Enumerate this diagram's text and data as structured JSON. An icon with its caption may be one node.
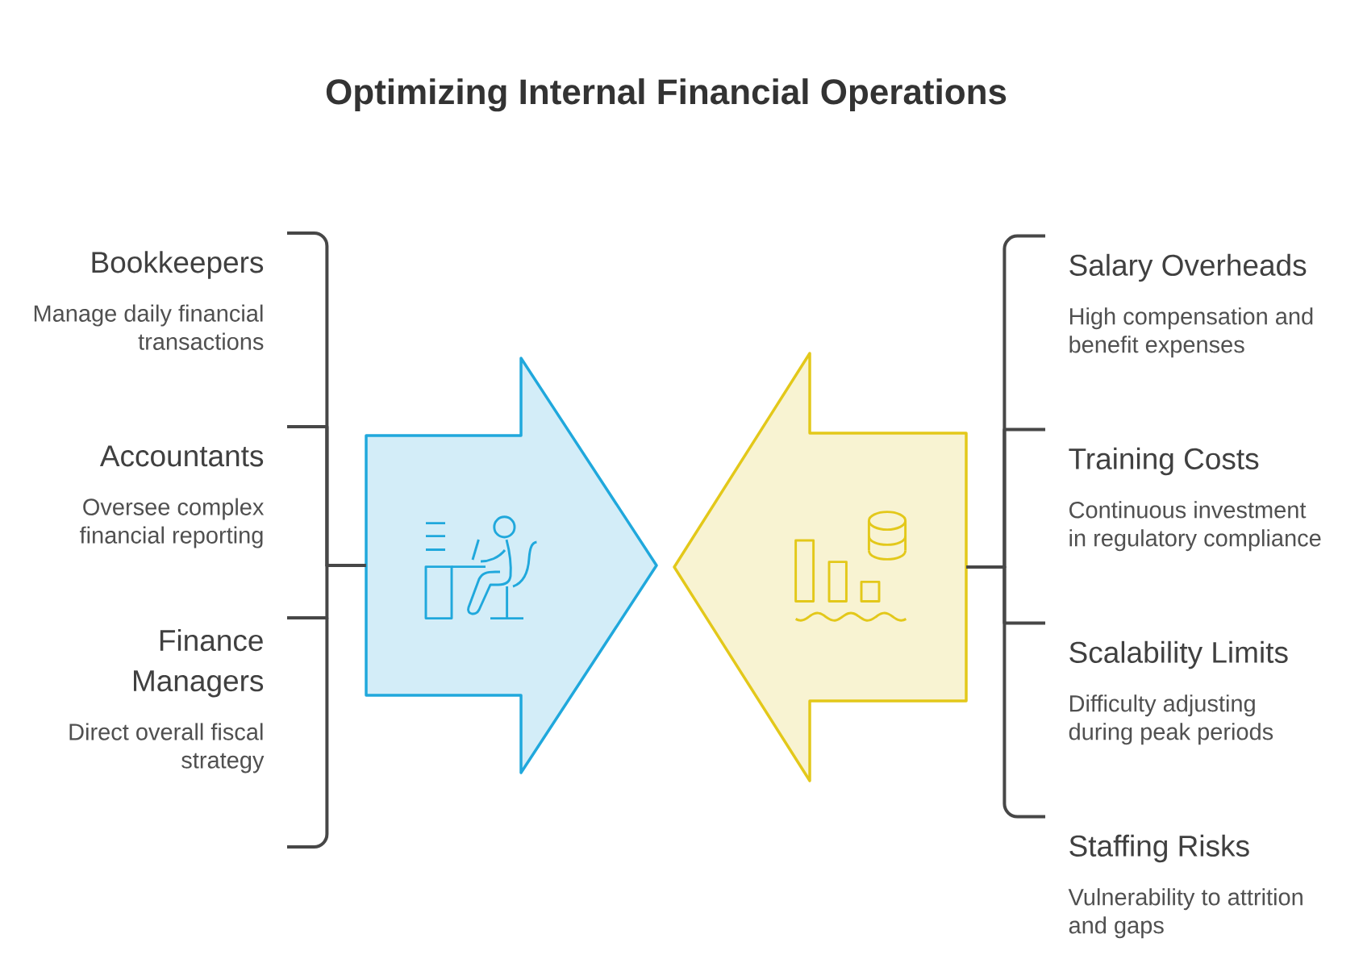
{
  "diagram": {
    "title": "Optimizing Internal Financial Operations",
    "nodes": [
      {
        "text": [
          "Bookkeepers",
          "Manage daily financial transactions"
        ]
      },
      {
        "text": [
          "Accountants",
          "Oversee complex financial reporting"
        ]
      },
      {
        "text": [
          "Finance Managers",
          "Direct overall fiscal strategy"
        ]
      },
      {
        "text": [],
        "shape": "arrow"
      },
      {
        "text": [],
        "shape": "arrow"
      },
      {
        "text": [
          "Salary Overheads",
          "High compensation and benefit expenses"
        ]
      },
      {
        "text": [
          "Training Costs",
          "Continuous investment in regulatory compliance"
        ]
      },
      {
        "text": [
          "Scalability Limits",
          "Difficulty adjusting during peak periods"
        ]
      },
      {
        "text": [
          "Staffing Risks",
          "Vulnerability to attrition and gaps"
        ]
      }
    ],
    "edges": [
      {
        "from": 0,
        "to": 3,
        "arrow": "none"
      },
      {
        "from": 1,
        "to": 3,
        "arrow": "none"
      },
      {
        "from": 2,
        "to": 3,
        "arrow": "none"
      },
      {
        "from": 5,
        "to": 4,
        "arrow": "none"
      },
      {
        "from": 6,
        "to": 4,
        "arrow": "none"
      },
      {
        "from": 7,
        "to": 4,
        "arrow": "none"
      },
      {
        "from": 8,
        "to": 4,
        "arrow": "none"
      }
    ]
  }
}
